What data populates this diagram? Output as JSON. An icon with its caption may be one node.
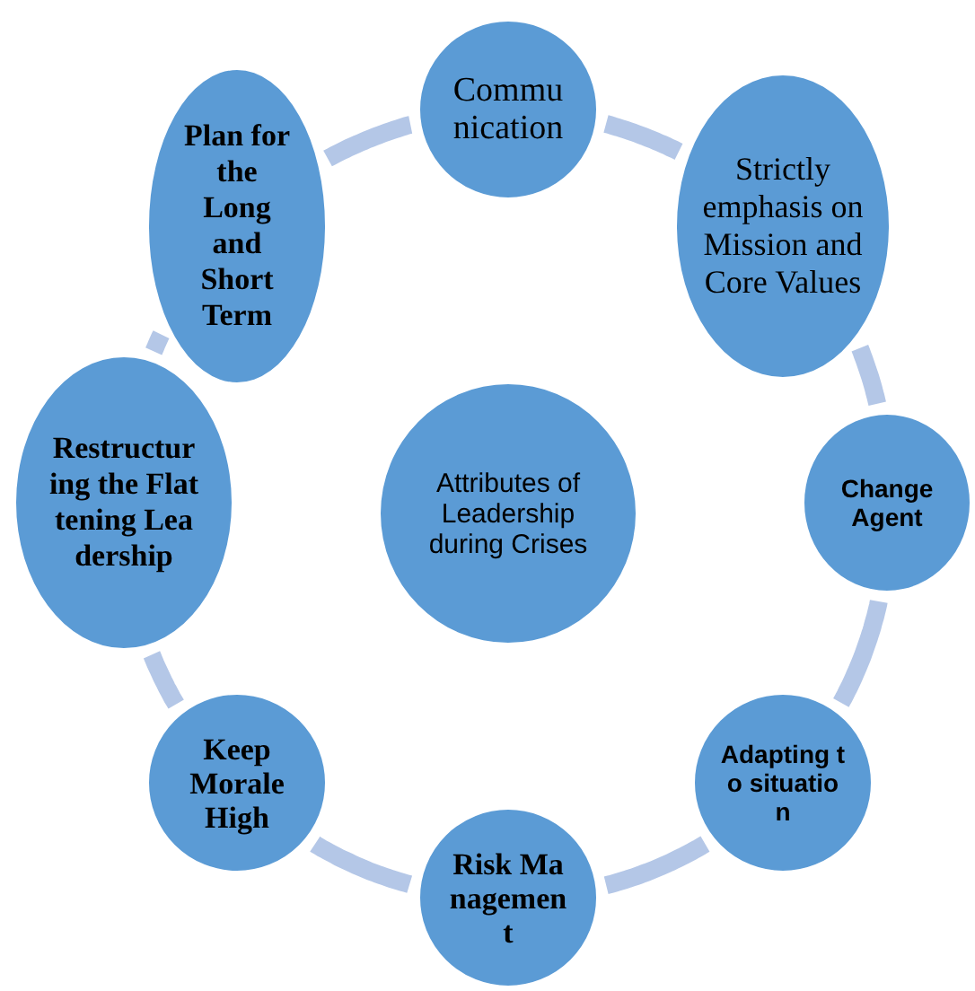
{
  "diagram": {
    "nodes": [
      {
        "text": [
          "Attributes of Leadership during Crises"
        ]
      },
      {
        "text": [
          "Communication"
        ]
      },
      {
        "text": [
          "Strictly emphasis on Mission and Core Values"
        ]
      },
      {
        "text": [
          "Change Agent"
        ]
      },
      {
        "text": [
          "Adapting to situation"
        ]
      },
      {
        "text": [
          "Risk Management"
        ]
      },
      {
        "text": [
          "Keep Morale High"
        ]
      },
      {
        "text": [
          "Restructuring the Flattening Leadership"
        ]
      },
      {
        "text": [
          "Plan for the Long and Short Term"
        ]
      }
    ],
    "edges": [
      {
        "from": 1,
        "to": 2,
        "arrow": "none"
      },
      {
        "from": 2,
        "to": 3,
        "arrow": "none"
      },
      {
        "from": 3,
        "to": 4,
        "arrow": "none"
      },
      {
        "from": 4,
        "to": 5,
        "arrow": "none"
      },
      {
        "from": 5,
        "to": 6,
        "arrow": "none"
      },
      {
        "from": 6,
        "to": 7,
        "arrow": "none"
      },
      {
        "from": 7,
        "to": 8,
        "arrow": "none"
      },
      {
        "from": 8,
        "to": 1,
        "arrow": "none"
      }
    ]
  }
}
